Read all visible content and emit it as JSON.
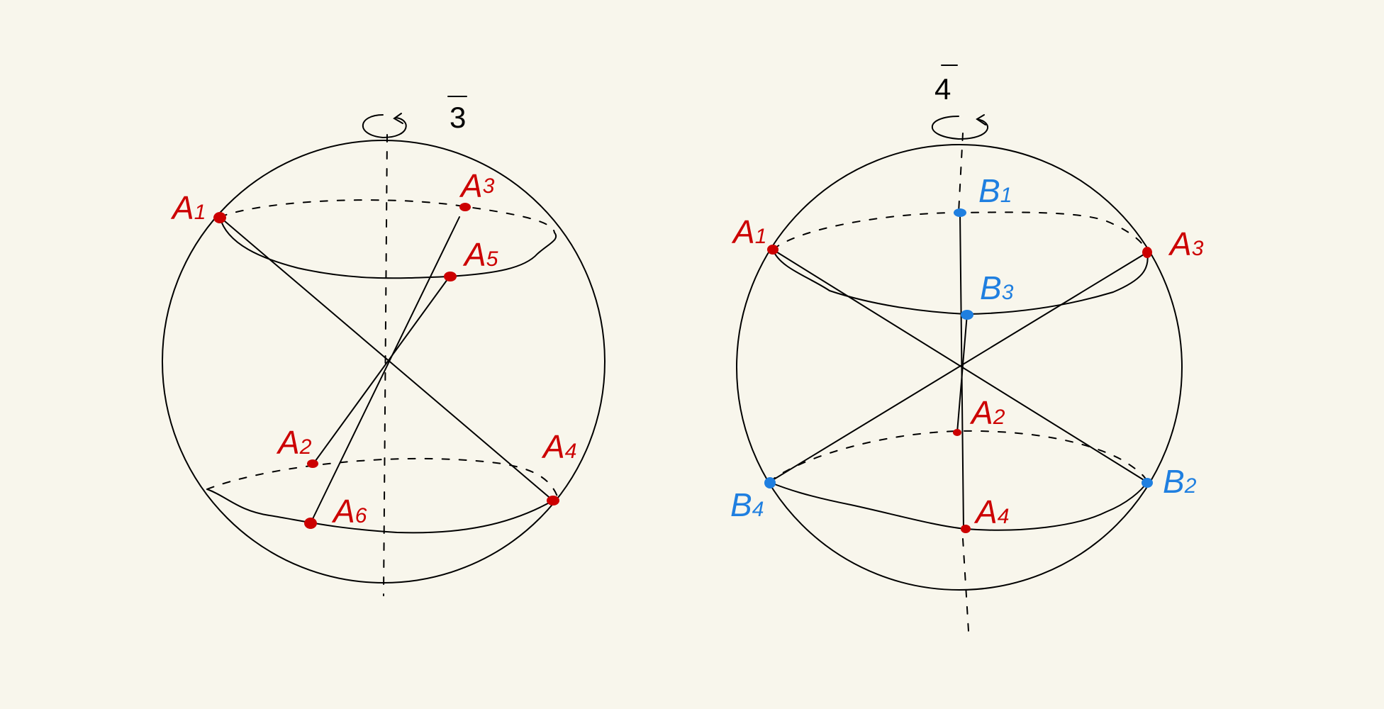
{
  "colors": {
    "a_points": "#cc0000",
    "b_points": "#1f7fe0",
    "ink": "#000000",
    "paper": "#f8f6ec"
  },
  "left_diagram": {
    "axis_label": "3",
    "axis_bar": "¯",
    "points": {
      "A1": {
        "letter": "A",
        "index": "1"
      },
      "A2": {
        "letter": "A",
        "index": "2"
      },
      "A3": {
        "letter": "A",
        "index": "3"
      },
      "A4": {
        "letter": "A",
        "index": "4"
      },
      "A5": {
        "letter": "A",
        "index": "5"
      },
      "A6": {
        "letter": "A",
        "index": "6"
      }
    }
  },
  "right_diagram": {
    "axis_label": "4",
    "axis_bar": "¯",
    "points": {
      "A1": {
        "letter": "A",
        "index": "1"
      },
      "A2": {
        "letter": "A",
        "index": "2"
      },
      "A3": {
        "letter": "A",
        "index": "3"
      },
      "A4": {
        "letter": "A",
        "index": "4"
      },
      "B1": {
        "letter": "B",
        "index": "1"
      },
      "B2": {
        "letter": "B",
        "index": "2"
      },
      "B3": {
        "letter": "B",
        "index": "3"
      },
      "B4": {
        "letter": "B",
        "index": "4"
      }
    }
  }
}
